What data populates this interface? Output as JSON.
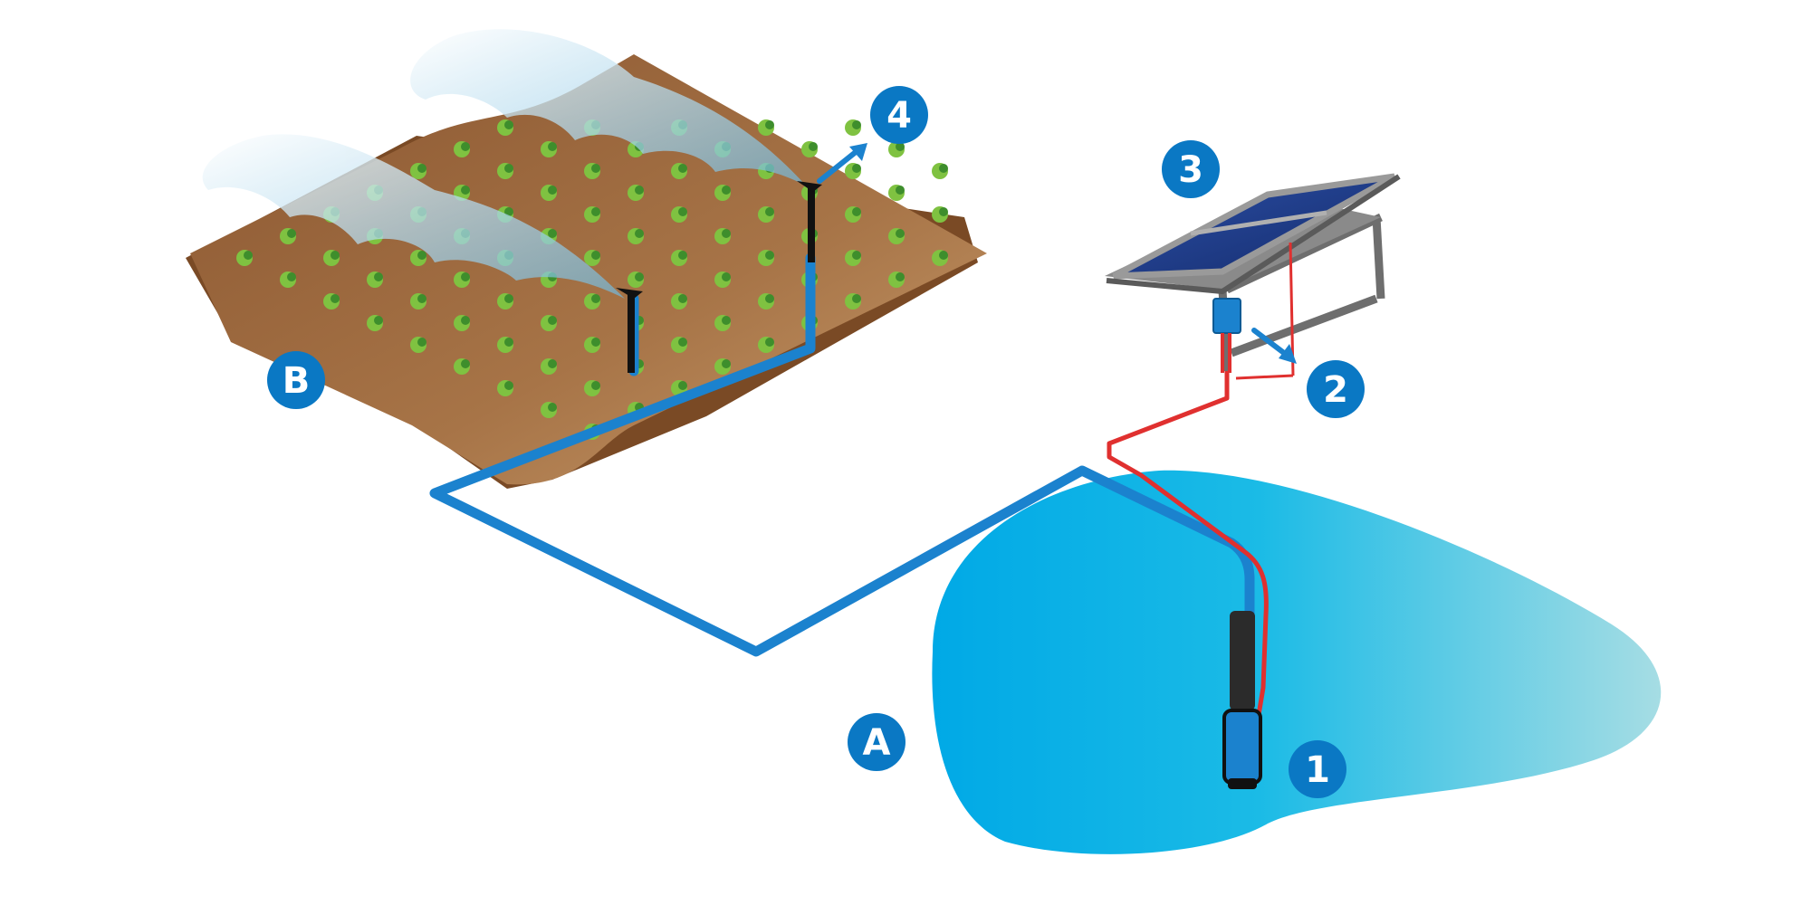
{
  "colors": {
    "badge": "#0A78C4",
    "pipe": "#1B82CE",
    "cable": "#E0302F",
    "soil_light": "#C79A6A",
    "soil_dark": "#7A4A25",
    "crop": "#7FC241",
    "water_left": "#00A9E6",
    "water_right": "#A6DDE4",
    "panel": "#1F3A8A",
    "frame": "#6E6E6E",
    "spray": "#7FC3E0"
  },
  "labels": {
    "well": "1",
    "controller": "2",
    "solar_panel": "3",
    "sprinkler": "4",
    "water_source": "A",
    "field": "B"
  },
  "icons": {
    "pump": "submersible-pump-icon",
    "solar": "solar-panel-icon",
    "controller": "controller-box-icon",
    "sprinkler": "sprinkler-icon"
  }
}
